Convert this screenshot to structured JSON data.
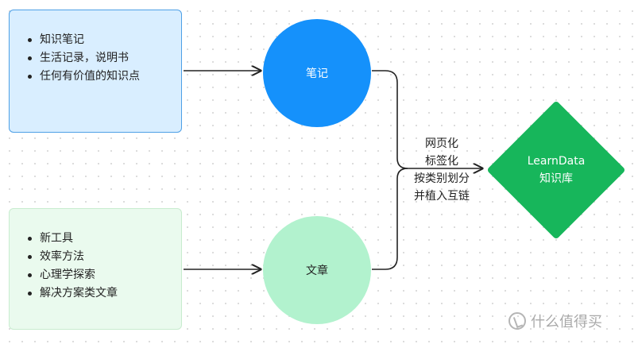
{
  "source_notes": {
    "items": [
      "知识笔记",
      "生活记录，说明书",
      "任何有价值的知识点"
    ]
  },
  "source_articles": {
    "items": [
      "新工具",
      "效率方法",
      "心理学探索",
      "解决方案类文章"
    ]
  },
  "node_notes": {
    "label": "笔记"
  },
  "node_articles": {
    "label": "文章"
  },
  "process_label": {
    "lines": [
      "网页化",
      "标签化",
      "按类别划分",
      "并植入互链"
    ]
  },
  "target": {
    "line1": "LearnData",
    "line2": "知识库"
  },
  "watermark": {
    "text": "什么值得买"
  },
  "colors": {
    "note_node": "#1591fb",
    "article_node": "#b2f2ce",
    "target_node": "#17b65b",
    "notes_box_fill": "#d9eeff",
    "articles_box_fill": "#eafaee"
  }
}
